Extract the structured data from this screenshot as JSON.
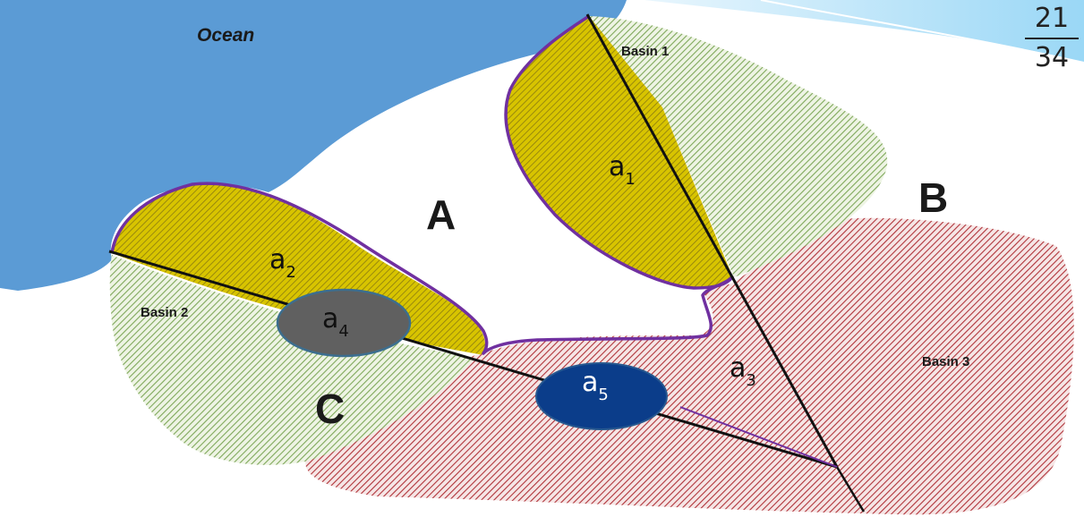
{
  "page_number": {
    "current": "21",
    "total": "34"
  },
  "labels": {
    "ocean": "Ocean",
    "region_a": "A",
    "region_b": "B",
    "region_c": "C",
    "basin_1": "Basin 1",
    "basin_2": "Basin 2",
    "basin_3": "Basin 3"
  },
  "areas": [
    {
      "base": "a",
      "sub": "1"
    },
    {
      "base": "a",
      "sub": "2"
    },
    {
      "base": "a",
      "sub": "3"
    },
    {
      "base": "a",
      "sub": "4"
    },
    {
      "base": "a",
      "sub": "5"
    }
  ],
  "colors": {
    "ocean": "#5b9bd5",
    "basin_green_hatch": "#7fa85a",
    "basin_red_hatch": "#b0343a",
    "overlap_yellow": "#c8b400",
    "boundary_purple": "#7030a0",
    "a4_fill": "#606060",
    "a5_fill": "#0b3d8a",
    "divider": "#111111"
  }
}
